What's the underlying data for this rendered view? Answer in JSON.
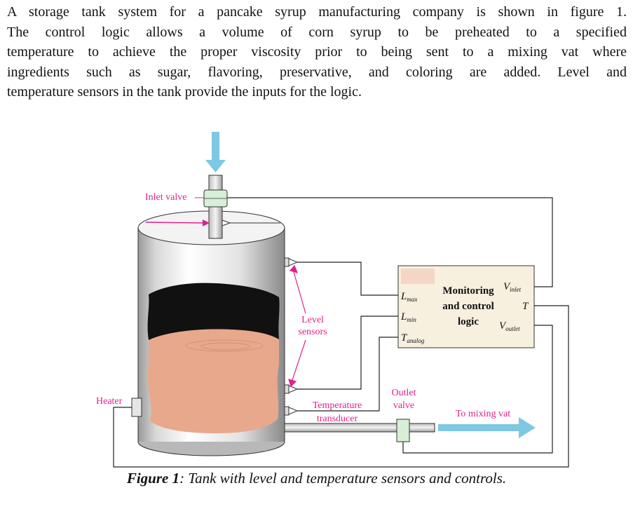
{
  "intro": {
    "lines": [
      "A storage tank system for a pancake syrup manufacturing company is shown in figure 1.",
      "The control logic allows a volume of corn syrup to be preheated to a specified",
      "temperature to achieve the proper viscosity prior to being sent to a mixing vat where",
      "ingredients such as sugar, flavoring, preservative, and coloring are added. Level and",
      "temperature sensors in the tank provide the inputs for the logic."
    ]
  },
  "diagram": {
    "inlet_valve_label": "Inlet valve",
    "heater_label": "Heater",
    "level_sensors_label_1": "Level",
    "level_sensors_label_2": "sensors",
    "temp_transducer_label_1": "Temperature",
    "temp_transducer_label_2": "transducer",
    "outlet_valve_label_1": "Outlet",
    "outlet_valve_label_2": "valve",
    "to_mixing_vat_label": "To mixing vat",
    "control_box": {
      "title_1": "Monitoring",
      "title_2": "and control",
      "title_3": "logic",
      "in_lmax_main": "L",
      "in_lmax_sub": "max",
      "in_lmin_main": "L",
      "in_lmin_sub": "min",
      "in_tanalog_main": "T",
      "in_tanalog_sub": "analog",
      "out_vinlet_main": "V",
      "out_vinlet_sub": "inlet",
      "out_t": "T",
      "out_voutlet_main": "V",
      "out_voutlet_sub": "outlet"
    },
    "colors": {
      "label_magenta": "#e0218a",
      "arrow_blue": "#7ec8e3",
      "syrup": "#e8a88c",
      "control_box": "#f7f0df",
      "valve_green": "#d6efd6"
    }
  },
  "caption": {
    "label": "Figure 1",
    "text": ": Tank with level and temperature sensors and controls."
  }
}
